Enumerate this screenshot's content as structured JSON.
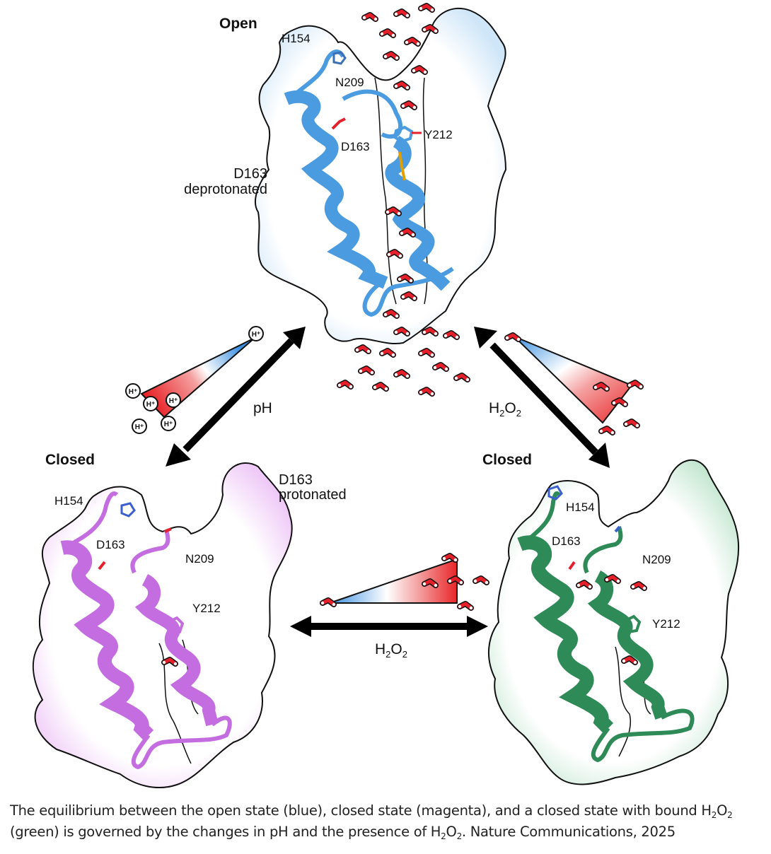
{
  "panels": {
    "open": {
      "title": "Open",
      "color": "#4a9be0",
      "surface_tint": "#cfe6f8",
      "residues": [
        "H154",
        "N209",
        "D163",
        "Y212"
      ],
      "state_note_line1": "D163",
      "state_note_line2": "deprotonated"
    },
    "closed_ph": {
      "title": "Closed",
      "color": "#c46de0",
      "surface_tint": "#efc9f7",
      "residues": [
        "H154",
        "D163",
        "N209",
        "Y212"
      ],
      "state_note_line1": "D163",
      "state_note_line2": "protonated"
    },
    "closed_h2o2": {
      "title": "Closed",
      "color": "#2e8b57",
      "surface_tint": "#c2e6cf",
      "residues": [
        "H154",
        "D163",
        "N209",
        "Y212"
      ]
    }
  },
  "transitions": {
    "ph": {
      "label": "pH",
      "gradient_from": "#e8262a",
      "gradient_to": "#3a8fe0",
      "proton_label": "H⁺"
    },
    "h2o2_right": {
      "label_main": "H",
      "sub1": "2",
      "label_mid": "O",
      "sub2": "2"
    },
    "h2o2_bottom": {
      "label_main": "H",
      "sub1": "2",
      "label_mid": "O",
      "sub2": "2"
    }
  },
  "caption": {
    "part1": "The equilibrium between the open state (blue), closed state (magenta), and a closed state with bound ",
    "h": "H",
    "s1": "2",
    "o": "O",
    "s2": "2",
    "part2": " (green) is governed by the changes in pH and the presence of ",
    "h_b": "H",
    "s1_b": "2",
    "o_b": "O",
    "s2_b": "2",
    "part3": ". Nature Communications, 2025"
  }
}
